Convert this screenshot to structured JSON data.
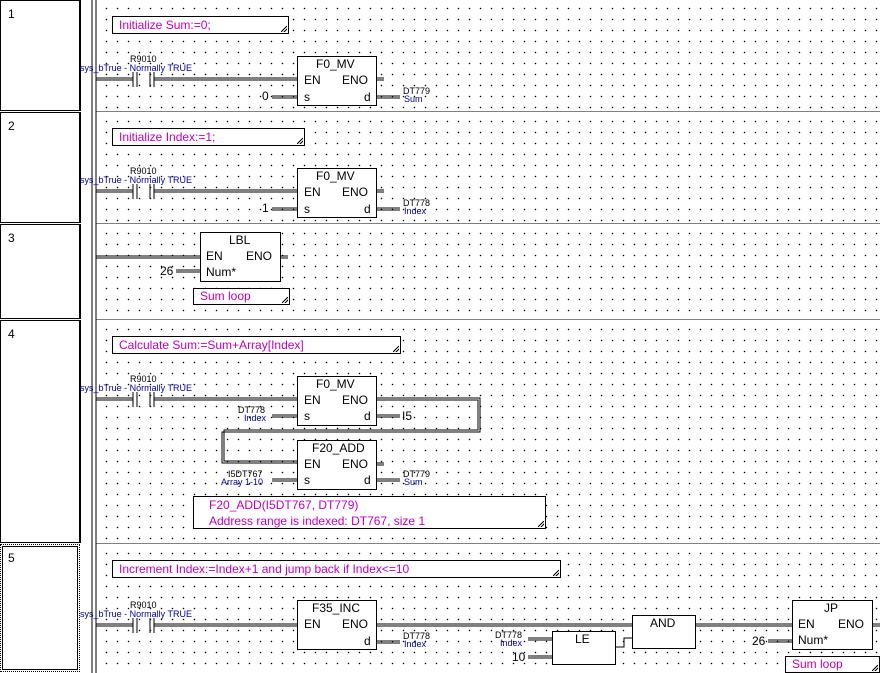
{
  "networks": [
    {
      "number": "1",
      "comment": "Initialize Sum:=0;",
      "contact": {
        "address": "R9010",
        "label": "sys_bTrue - Normally TRUE"
      },
      "block": {
        "name": "F0_MV",
        "en": "EN",
        "eno": "ENO",
        "in": "s",
        "out": "d"
      },
      "input": "0",
      "output": {
        "address": "DT779",
        "name": "Sum"
      }
    },
    {
      "number": "2",
      "comment": "Initialize Index:=1;",
      "contact": {
        "address": "R9010",
        "label": "sys_bTrue - Normally TRUE"
      },
      "block": {
        "name": "F0_MV",
        "en": "EN",
        "eno": "ENO",
        "in": "s",
        "out": "d"
      },
      "input": "1",
      "output": {
        "address": "DT778",
        "name": "Index"
      }
    },
    {
      "number": "3",
      "block": {
        "name": "LBL",
        "en": "EN",
        "eno": "ENO",
        "in": "Num*"
      },
      "input": "26",
      "label_comment": "Sum loop"
    },
    {
      "number": "4",
      "comment": "Calculate Sum:=Sum+Array[Index]",
      "contact": {
        "address": "R9010",
        "label": "sys_bTrue - Normally TRUE"
      },
      "block1": {
        "name": "F0_MV",
        "en": "EN",
        "eno": "ENO",
        "in": "s",
        "out": "d"
      },
      "input1": {
        "address": "DT778",
        "name": "Index"
      },
      "output1": "I5",
      "block2": {
        "name": "F20_ADD",
        "en": "EN",
        "eno": "ENO",
        "in": "s",
        "out": "d"
      },
      "input2": {
        "address": "I5DT767",
        "name": "Array 1-10"
      },
      "output2": {
        "address": "DT779",
        "name": "Sum"
      },
      "note_line1": "F20_ADD(I5DT767, DT779)",
      "note_line2": "Address range is indexed: DT767, size 1"
    },
    {
      "number": "5",
      "comment": "Increment Index:=Index+1 and jump back if Index<=10",
      "contact": {
        "address": "R9010",
        "label": "sys_bTrue - Normally TRUE"
      },
      "block1": {
        "name": "F35_INC",
        "en": "EN",
        "eno": "ENO",
        "out": "d"
      },
      "output1": {
        "address": "DT778",
        "name": "Index"
      },
      "le": {
        "name": "LE",
        "in1": {
          "address": "DT778",
          "name": "Index"
        },
        "in2": "10"
      },
      "and": {
        "name": "AND"
      },
      "jp": {
        "name": "JP",
        "en": "EN",
        "eno": "ENO",
        "in": "Num*"
      },
      "jp_input": "26",
      "jp_comment": "Sum loop"
    }
  ]
}
